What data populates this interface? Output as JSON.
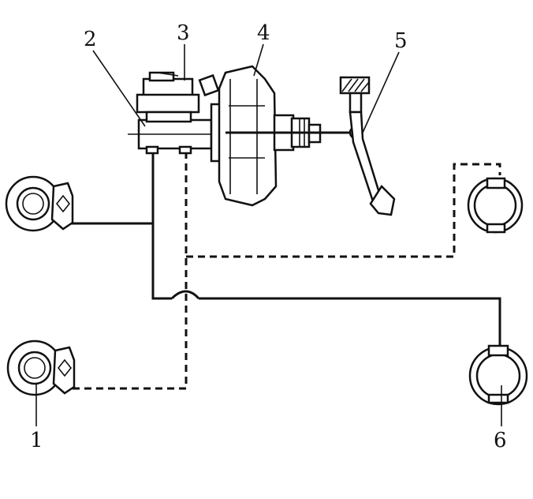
{
  "labels": {
    "l1": "1",
    "l2": "2",
    "l3": "3",
    "l4": "4",
    "l5": "5",
    "l6": "6"
  },
  "colors": {
    "ink": "#111111",
    "background": "#ffffff"
  }
}
